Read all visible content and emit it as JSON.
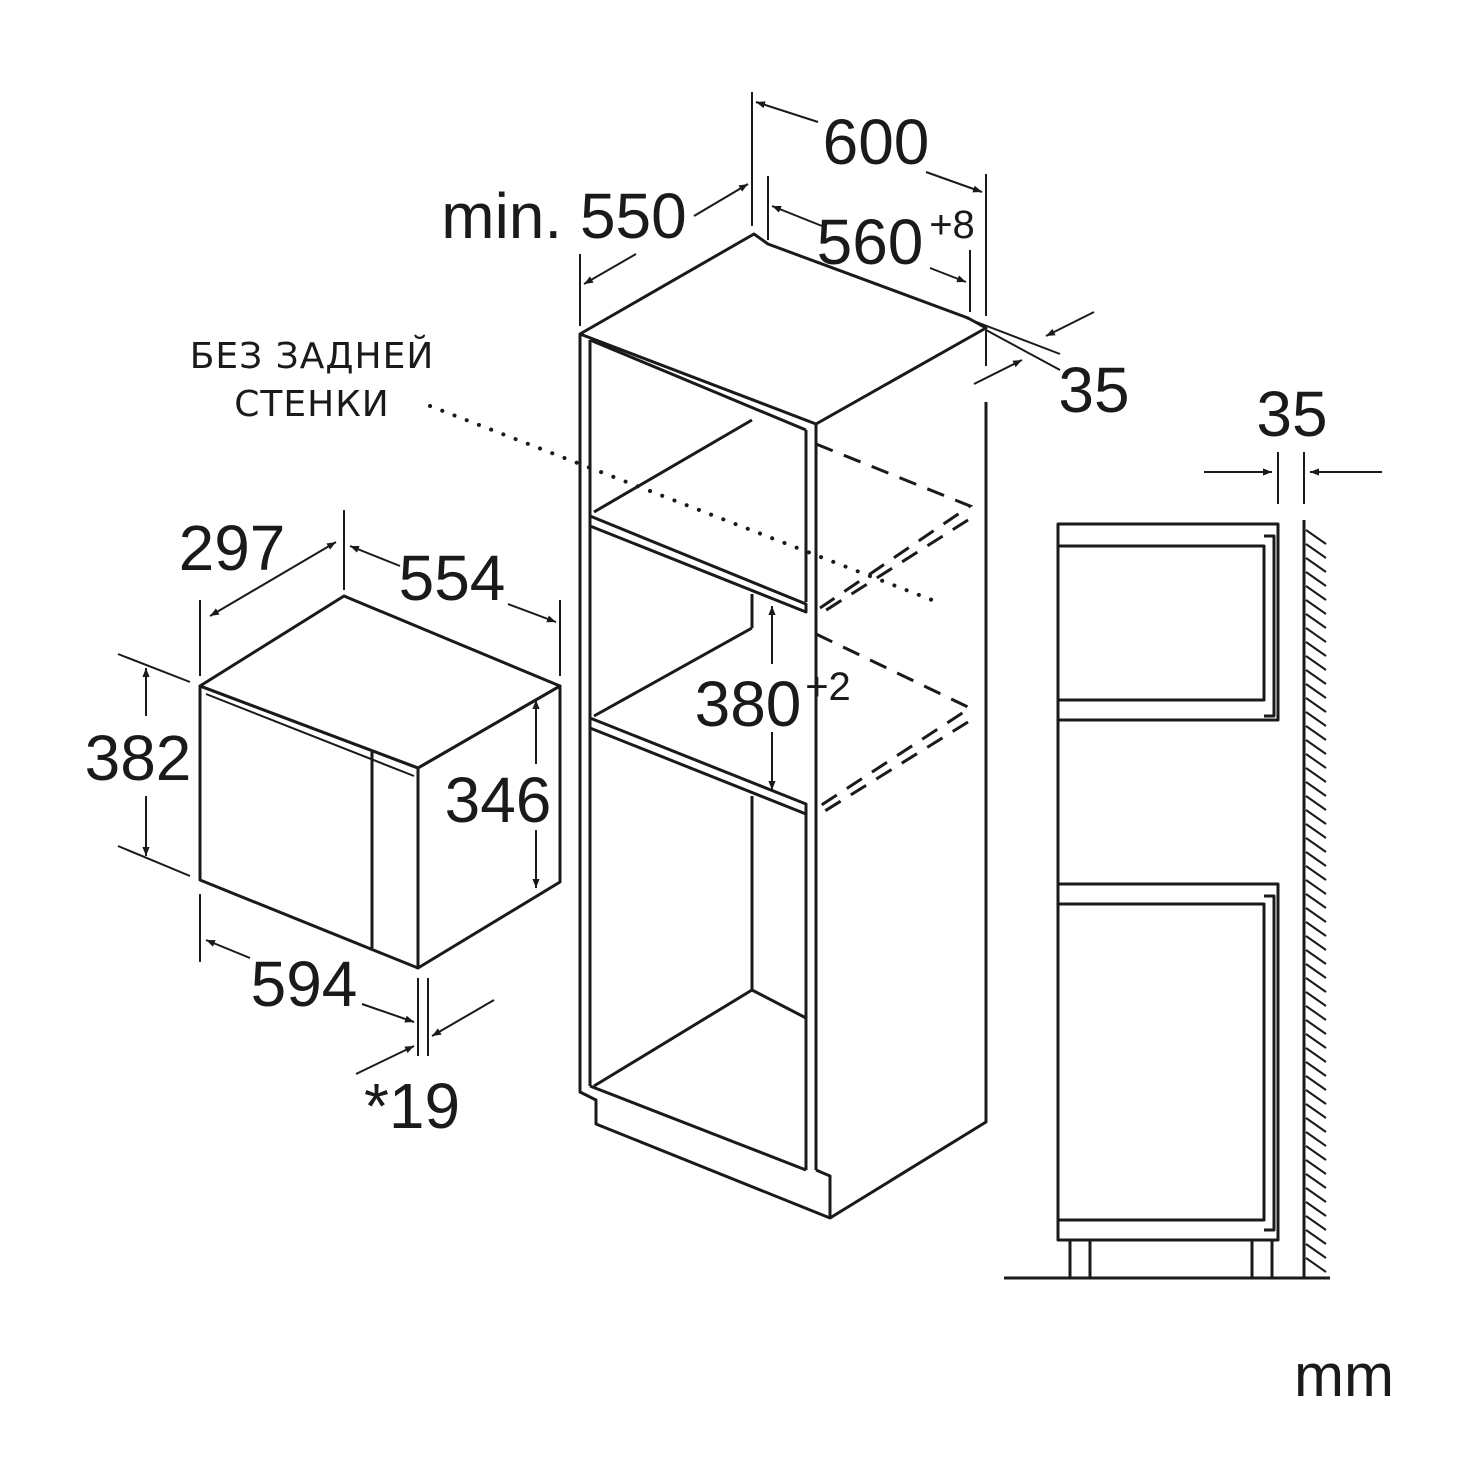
{
  "labels": {
    "min_depth": "min. 550",
    "width_outer": "600",
    "width_inner": "560",
    "width_inner_tol": "+8",
    "panel_35_side": "35",
    "no_back_wall_1": "БЕЗ ЗАДНЕЙ",
    "no_back_wall_2": "СТЕНКИ",
    "device_depth": "297",
    "device_width_top": "554",
    "device_height": "382",
    "device_body_height": "346",
    "device_front_width": "594",
    "front_offset": "*19",
    "niche_height": "380",
    "niche_height_tol": "+2",
    "panel_35_right": "35",
    "units": "mm"
  },
  "colors": {
    "line": "#1a1a1a",
    "background": "#ffffff"
  }
}
